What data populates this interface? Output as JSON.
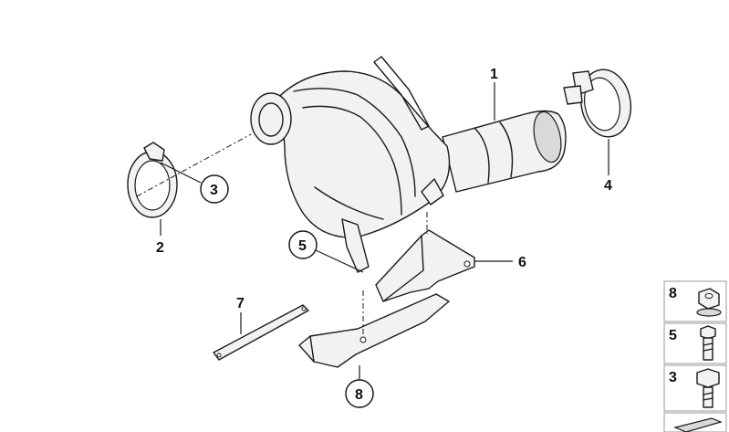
{
  "callouts": {
    "part_1": "1",
    "part_2": "2",
    "part_3": "3",
    "part_4": "4",
    "part_5": "5",
    "part_6": "6",
    "part_7": "7",
    "part_8": "8"
  },
  "legend": {
    "items": [
      {
        "number": "8",
        "icon": "flange-nut-icon"
      },
      {
        "number": "5",
        "icon": "hex-bolt-short-icon"
      },
      {
        "number": "3",
        "icon": "hex-bolt-icon"
      }
    ]
  }
}
